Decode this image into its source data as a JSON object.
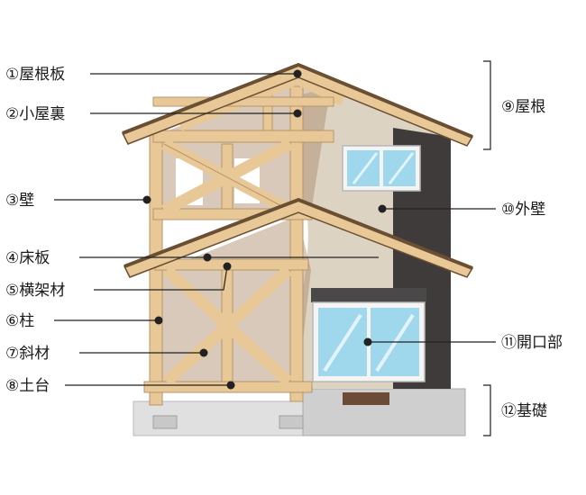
{
  "labels": {
    "roof_board": "①屋根板",
    "attic": "②小屋裏",
    "wall": "③壁",
    "floor_board": "④床板",
    "cross_member": "⑤横架材",
    "column": "⑥柱",
    "diagonal_brace": "⑦斜材",
    "sill": "⑧土台",
    "roof": "⑨屋根",
    "exterior_wall": "⑩外壁",
    "opening": "⑪開口部",
    "foundation": "⑫基礎"
  },
  "colors": {
    "timber": "#e8c896",
    "timber_stroke": "#b8956a",
    "interior_brown": "#a88868",
    "exterior_wall": "#ddd3c3",
    "dark_wall": "#3f3b3b",
    "roof_trim": "#6b4f33",
    "window_glass": "#9fd8ec",
    "foundation": "#d4d4d4",
    "leader_line": "#222222"
  }
}
